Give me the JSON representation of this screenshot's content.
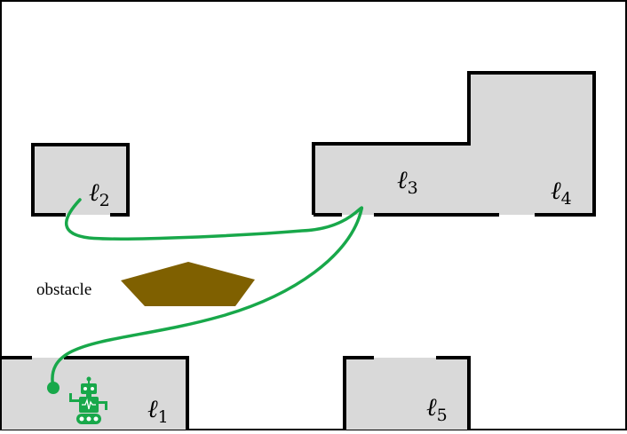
{
  "rooms": [
    {
      "id": "l1",
      "label": "ℓ",
      "index": "1"
    },
    {
      "id": "l2",
      "label": "ℓ",
      "index": "2"
    },
    {
      "id": "l3",
      "label": "ℓ",
      "index": "3"
    },
    {
      "id": "l4",
      "label": "ℓ",
      "index": "4"
    },
    {
      "id": "l5",
      "label": "ℓ",
      "index": "5"
    }
  ],
  "obstacle": {
    "label": "obstacle",
    "color": "#7f6000"
  },
  "path": {
    "color": "#18a84a"
  },
  "robot": {
    "icon": "robot-icon",
    "color": "#18a84a"
  },
  "colors": {
    "room_fill": "#d9d9d9",
    "wall": "#000000",
    "background": "#ffffff"
  }
}
